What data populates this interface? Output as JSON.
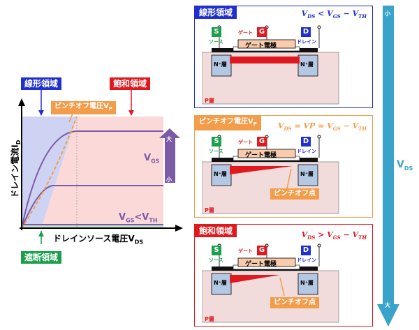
{
  "graph": {
    "ylabel_main": "ドレイン電流I",
    "ylabel_sub": "D",
    "xlabel_main": "ドレインソース電圧V",
    "xlabel_sub": "DS",
    "vgs_main": "V",
    "vgs_sub": "GS",
    "vgs_lt_a": "V",
    "vgs_lt_a_sub": "GS",
    "vgs_lt_op": "<V",
    "vgs_lt_b_sub": "TH",
    "arrow_top": "大",
    "arrow_bottom": "小"
  },
  "regions": {
    "linear": "線形領域",
    "saturation": "飽和領域",
    "pinchoff_voltage_main": "ピンチオフ電圧V",
    "pinchoff_voltage_sub": "P",
    "cutoff": "遮断領域"
  },
  "panels": [
    {
      "title": "線形領域",
      "formula": "V_DS < V_GS − V_TH",
      "pinch_point": ""
    },
    {
      "title_main": "ピンチオフ電圧V",
      "title_sub": "P",
      "formula": "V_DS = VP = V_GS − V_TH",
      "pinch_point": "ピンチオフ点"
    },
    {
      "title": "飽和領域",
      "formula": "V_DS > V_GS − V_TH",
      "pinch_point": "ピンチオフ点"
    }
  ],
  "device": {
    "source_letter": "S",
    "gate_letter": "G",
    "drain_letter": "D",
    "source_label": "ソース",
    "gate_label": "ゲート",
    "drain_label": "ドレイン",
    "gate_electrode": "ゲート電極",
    "n_layer": "N⁺層",
    "p_layer": "P層"
  },
  "vds_scale": {
    "label_main": "V",
    "label_sub": "DS",
    "top": "小",
    "bottom": "大"
  },
  "colors": {
    "blue": "#1f2fd0",
    "red": "#e0191e",
    "orange": "#f39c4a",
    "green": "#1aa04a",
    "purple": "#7b5aa6",
    "teal": "#3aa3c9",
    "linear_fill": "#cfd3f3",
    "sat_fill": "#fbd9d9",
    "n_fill": "#b4c8e4",
    "p_fill": "#f2dcdb",
    "gate_fill": "#f8cbad"
  }
}
